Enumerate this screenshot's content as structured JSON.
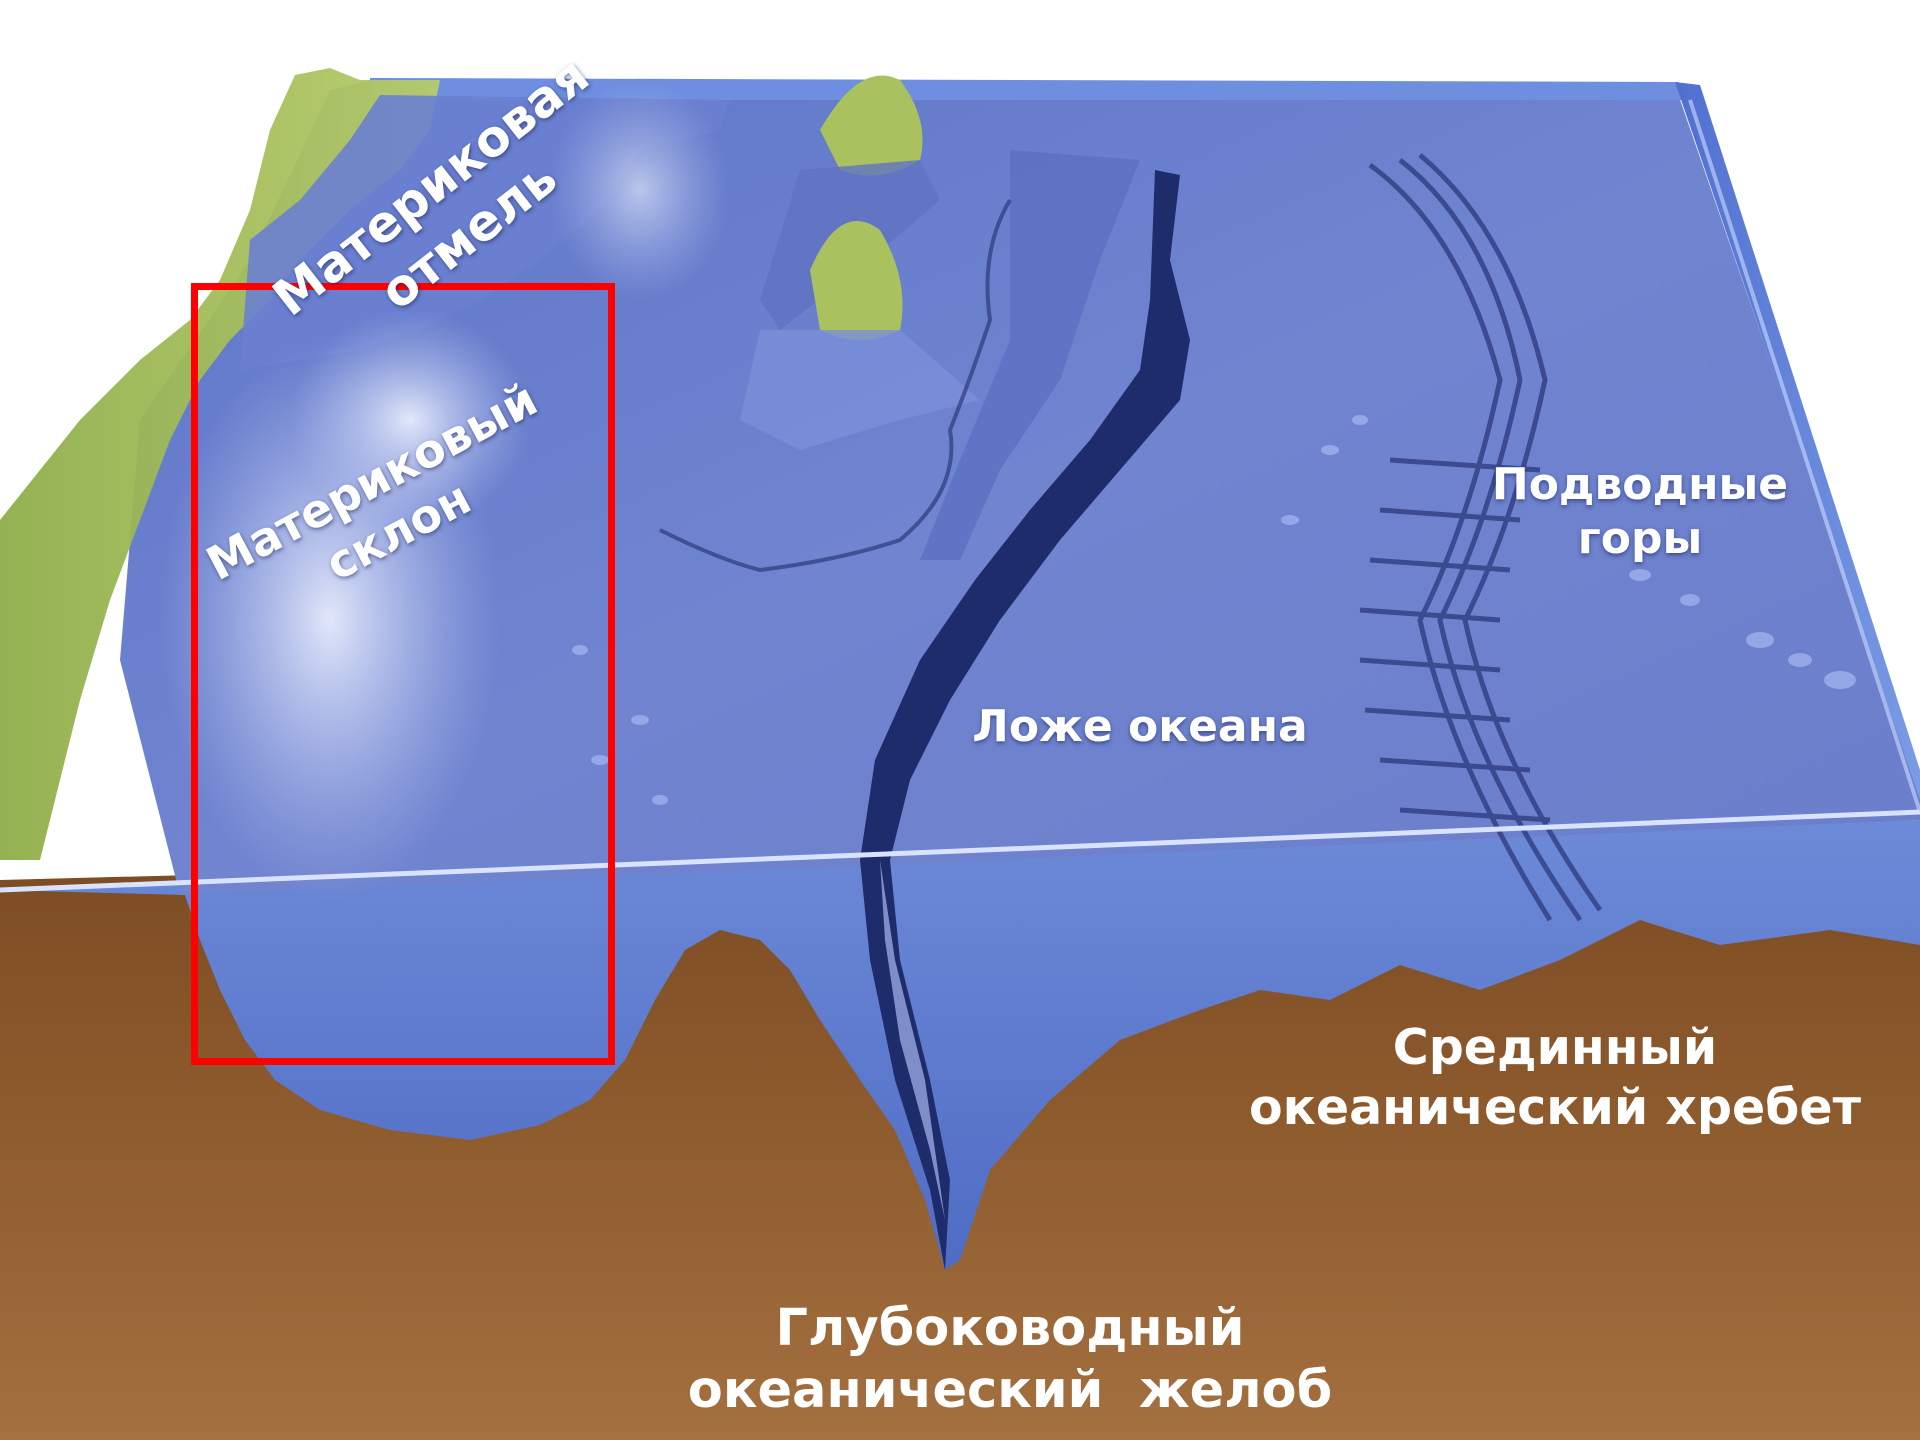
{
  "labels": {
    "continental_shelf": [
      "Материковая",
      "отмель"
    ],
    "continental_slope": [
      "Материковый",
      "склон"
    ],
    "seamounts": [
      "Подводные",
      "горы"
    ],
    "ocean_floor": "Ложе океана",
    "mid_ocean_ridge": [
      "Срединный",
      "океанический хребет"
    ],
    "deep_trench": [
      "Глубоководный",
      "океанический  желоб"
    ]
  },
  "colors": {
    "ocean_surface": "#5a74c8",
    "ocean_floor": "#6f82cf",
    "sea_wall": "#6a89d6",
    "land": "#a6c05c",
    "earth_crust": "#8e5a2c",
    "trench": "#1c2a6a",
    "highlight_frame": "#ff0000",
    "label_text": "#ffffff"
  }
}
